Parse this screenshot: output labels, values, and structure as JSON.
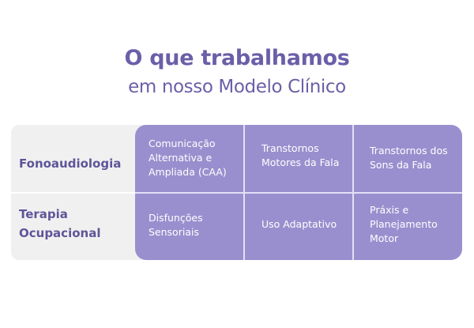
{
  "header": {
    "title": "O que trabalhamos",
    "subtitle": "em nosso Modelo Clínico"
  },
  "table": {
    "rows": [
      {
        "label": "Fonoaudiologia",
        "cells": [
          "Comunicação Alternativa e Ampliada (CAA)",
          "Transtornos Motores da Fala",
          "Transtornos dos Sons da Fala"
        ]
      },
      {
        "label": "Terapia Ocupacional",
        "cells": [
          "Disfunções Sensoriais",
          "Uso Adaptativo",
          "Práxis e Planejamento Motor"
        ]
      }
    ]
  },
  "colors": {
    "title": "#6a5fa8",
    "row_label": "#5e5599",
    "label_bg": "#f0f0f0",
    "cell_bg": "#9a8fce",
    "cell_text": "#ffffff",
    "divider": "#e4dff5"
  }
}
